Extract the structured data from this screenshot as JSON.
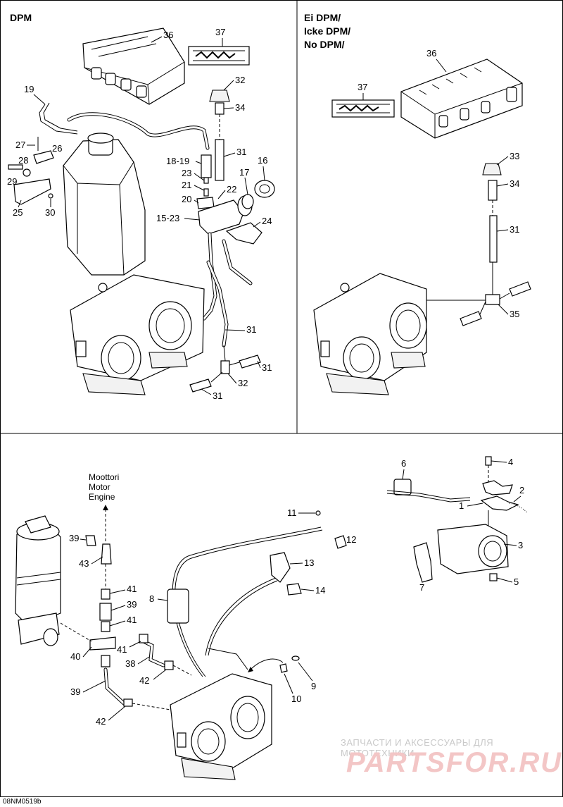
{
  "sections": {
    "dpm_title": "DPM",
    "alt_title_lines": [
      "Ei DPM/",
      "Icke DPM/",
      "No DPM/"
    ]
  },
  "engine_label_lines": [
    "Moottori",
    "Motor",
    "Engine"
  ],
  "callouts": {
    "top_left": [
      "36",
      "37",
      "32",
      "34",
      "19",
      "31",
      "18-19",
      "16",
      "27",
      "26",
      "17",
      "28",
      "23",
      "21",
      "22",
      "29",
      "20",
      "30",
      "25",
      "15-23",
      "24",
      "31",
      "31",
      "32",
      "31"
    ],
    "top_right": [
      "36",
      "37",
      "33",
      "34",
      "31",
      "35"
    ],
    "bottom": [
      "6",
      "4",
      "2",
      "1",
      "3",
      "7",
      "5",
      "11",
      "12",
      "13",
      "14",
      "8",
      "39",
      "43",
      "41",
      "39",
      "41",
      "40",
      "41",
      "38",
      "42",
      "39",
      "42",
      "10",
      "9"
    ]
  },
  "watermark": {
    "line1": "ЗАПЧАСТИ И АКСЕССУАРЫ ДЛЯ МОТОТЕХНИКИ",
    "line2": "PARTSFOR.RU"
  },
  "figure_code": "08NM0519b",
  "colors": {
    "ink": "#000000",
    "watermark": "#f3c6c6"
  }
}
